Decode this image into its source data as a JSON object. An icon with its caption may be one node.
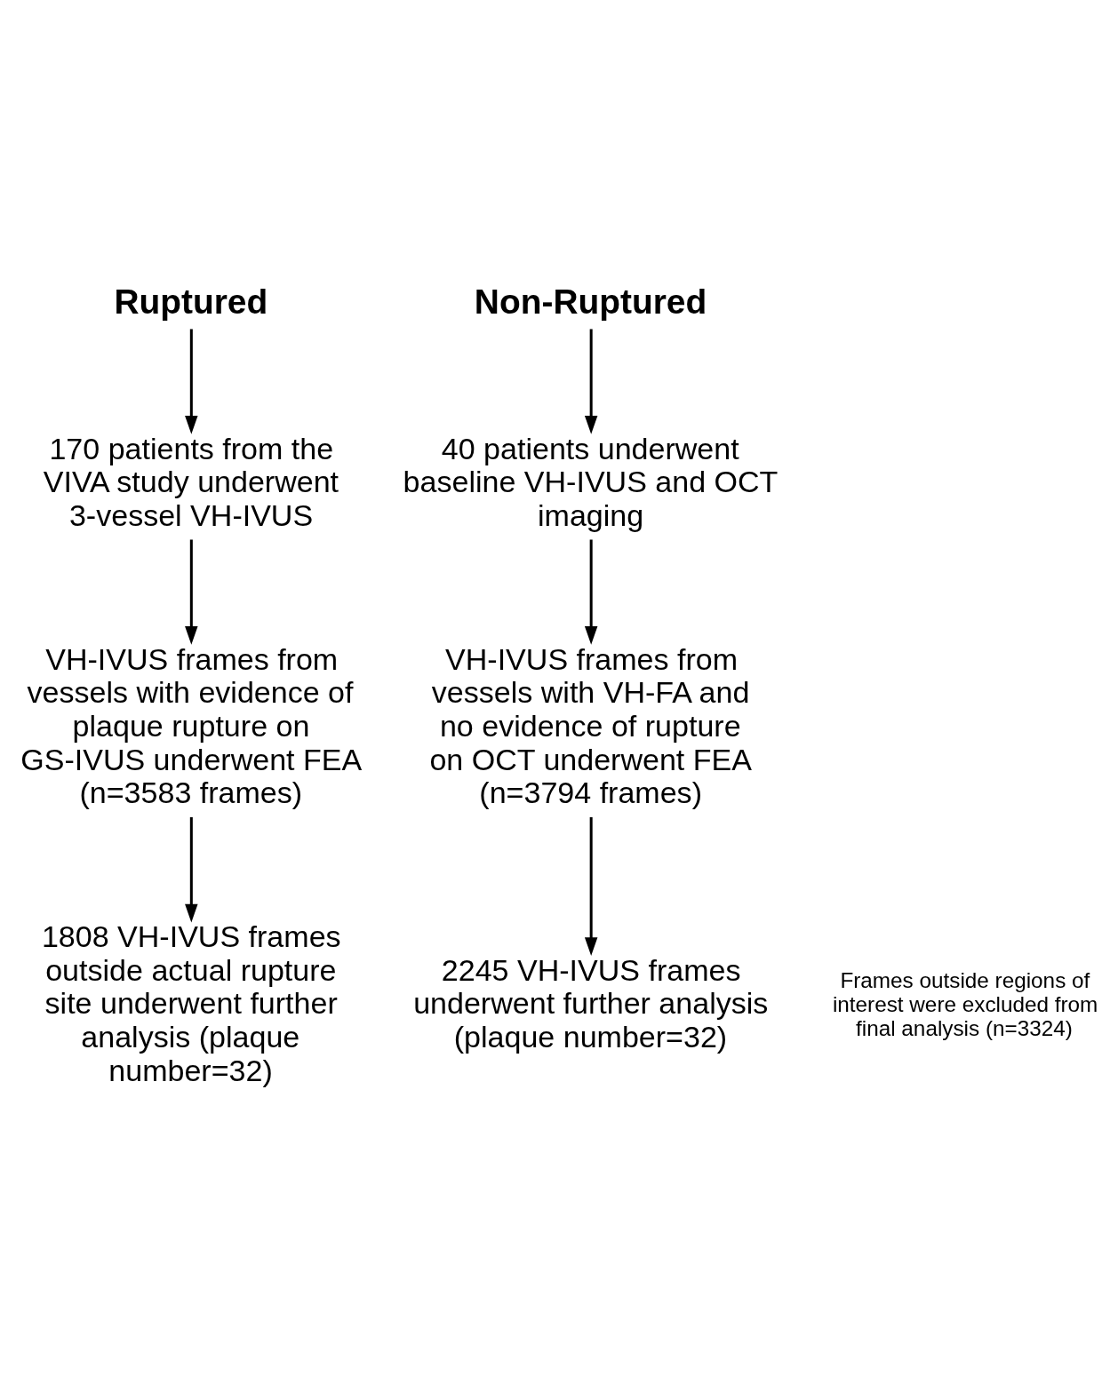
{
  "diagram": {
    "nodes": [
      {
        "text": [
          "Ruptured"
        ]
      },
      {
        "text": [
          "Non-Ruptured"
        ]
      },
      {
        "text": [
          "170 patients from the VIVA study underwent 3-vessel VH-IVUS"
        ]
      },
      {
        "text": [
          "40 patients underwent baseline VH-IVUS and OCT imaging"
        ]
      },
      {
        "text": [
          "VH-IVUS frames from vessels with evidence of plaque rupture on GS-IVUS underwent FEA (n=3583 frames)"
        ]
      },
      {
        "text": [
          "VH-IVUS frames from vessels with VH-FA and no evidence of rupture on OCT underwent FEA (n=3794 frames)"
        ]
      },
      {
        "text": [
          "1808 VH-IVUS frames outside actual rupture site underwent further analysis (plaque number=32)"
        ]
      },
      {
        "text": [
          "2245 VH-IVUS frames underwent further analysis (plaque number=32)"
        ]
      }
    ],
    "edges": [
      {
        "from": 0,
        "to": 2,
        "arrow": "to"
      },
      {
        "from": 1,
        "to": 3,
        "arrow": "to"
      },
      {
        "from": 2,
        "to": 4,
        "arrow": "to"
      },
      {
        "from": 3,
        "to": 5,
        "arrow": "to"
      },
      {
        "from": 4,
        "to": 6,
        "arrow": "to"
      },
      {
        "from": 5,
        "to": 7,
        "arrow": "to"
      }
    ],
    "labels": [
      "Frames outside regions of interest were excluded from final analysis (n=3324)"
    ]
  }
}
